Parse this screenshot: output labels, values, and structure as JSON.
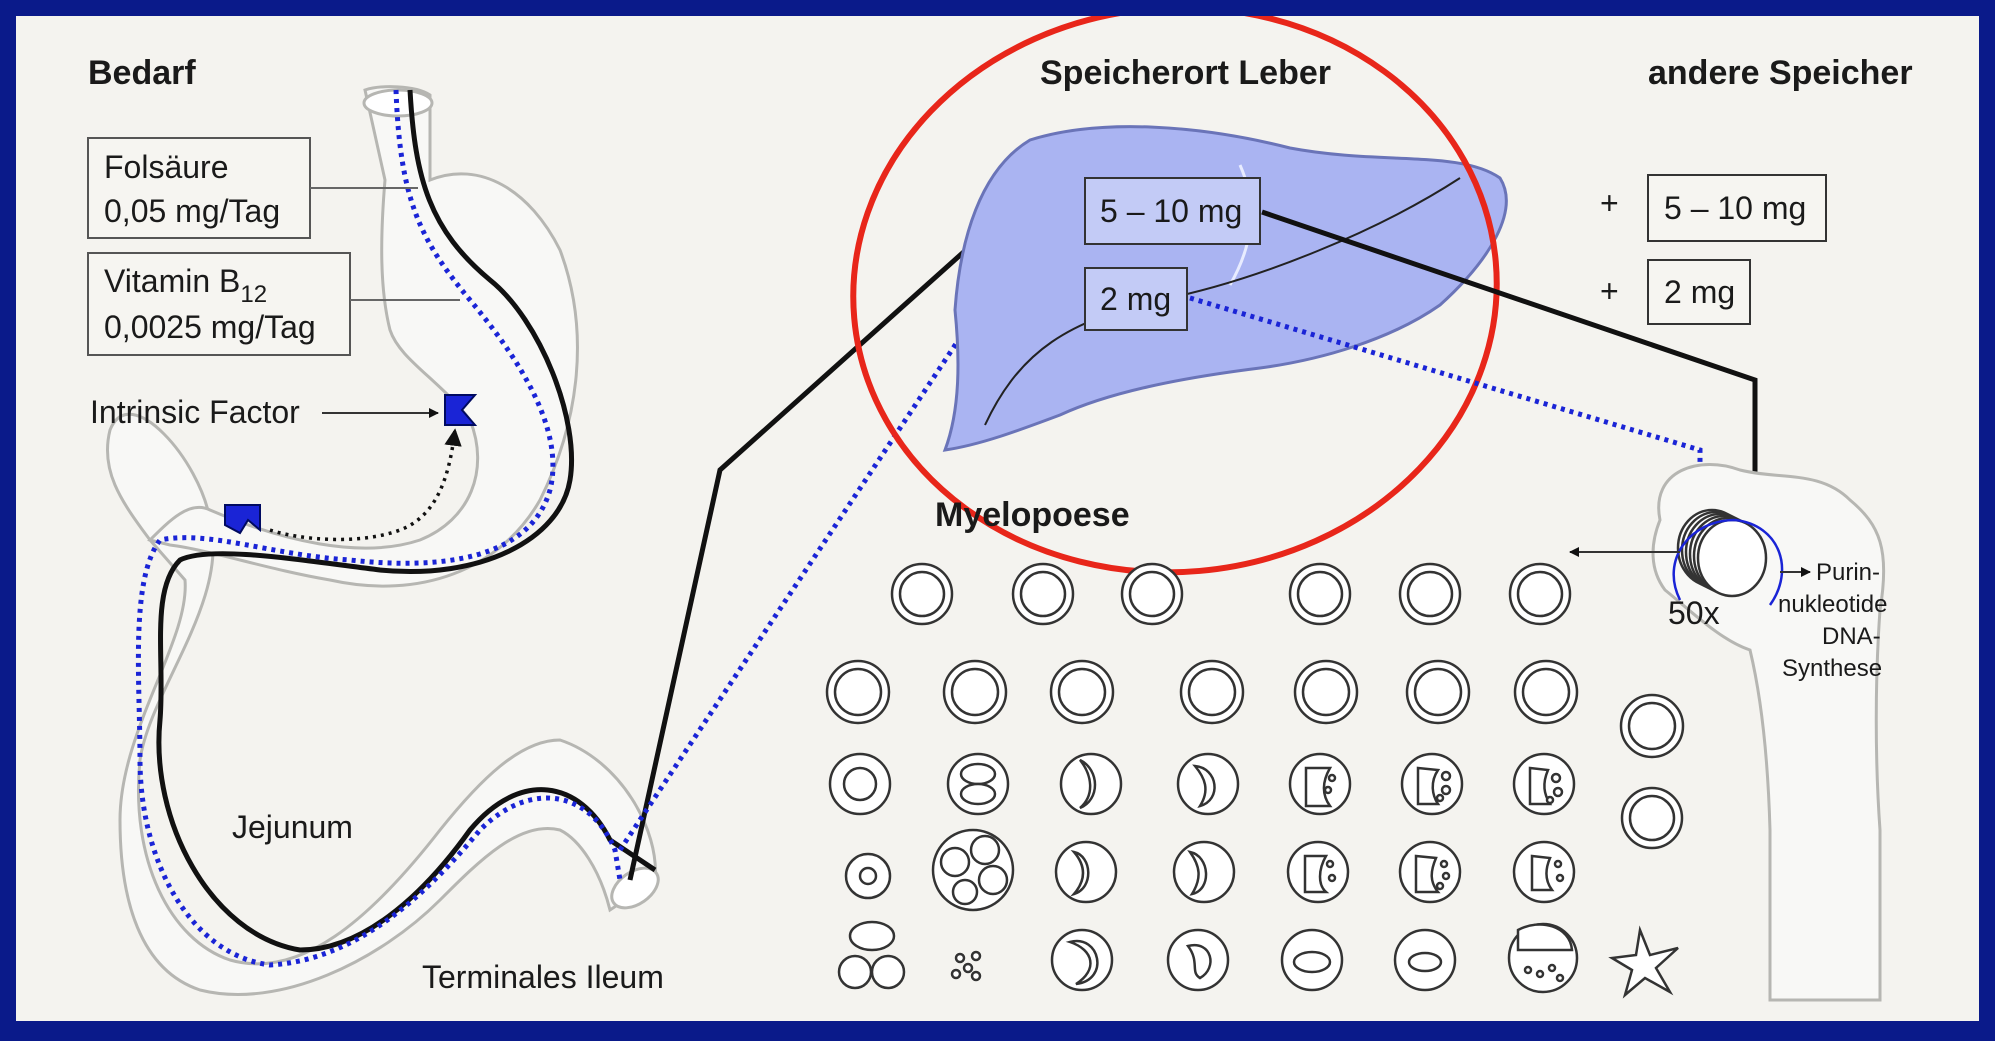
{
  "headers": {
    "need": "Bedarf",
    "liver": "Speicherort Leber",
    "other": "andere Speicher"
  },
  "boxes": {
    "folate_name": "Folsäure",
    "folate_dose": "0,05 mg/Tag",
    "b12_name": "Vitamin B",
    "b12_sub": "12",
    "b12_dose": "0,0025 mg/Tag",
    "liver_folate": "5 – 10 mg",
    "liver_b12": "2 mg",
    "other_folate": "5 – 10 mg",
    "other_b12": "2 mg",
    "plus": "+"
  },
  "labels": {
    "intrinsic_factor": "Intrinsic Factor",
    "jejunum": "Jejunum",
    "ileum": "Terminales Ileum",
    "myelopoiesis": "Myelopoese",
    "fifty": "50x",
    "purine_1": "Purin-",
    "purine_2": "nukleotide",
    "purine_3": "DNA-",
    "purine_4": "Synthese"
  },
  "colors": {
    "frame": "#0a1a8a",
    "panel": "#f4f3ef",
    "liver_fill": "#aab4f2",
    "b12_path": "#1a24d6",
    "folate_path": "#111111",
    "highlight": "#e8261a"
  }
}
